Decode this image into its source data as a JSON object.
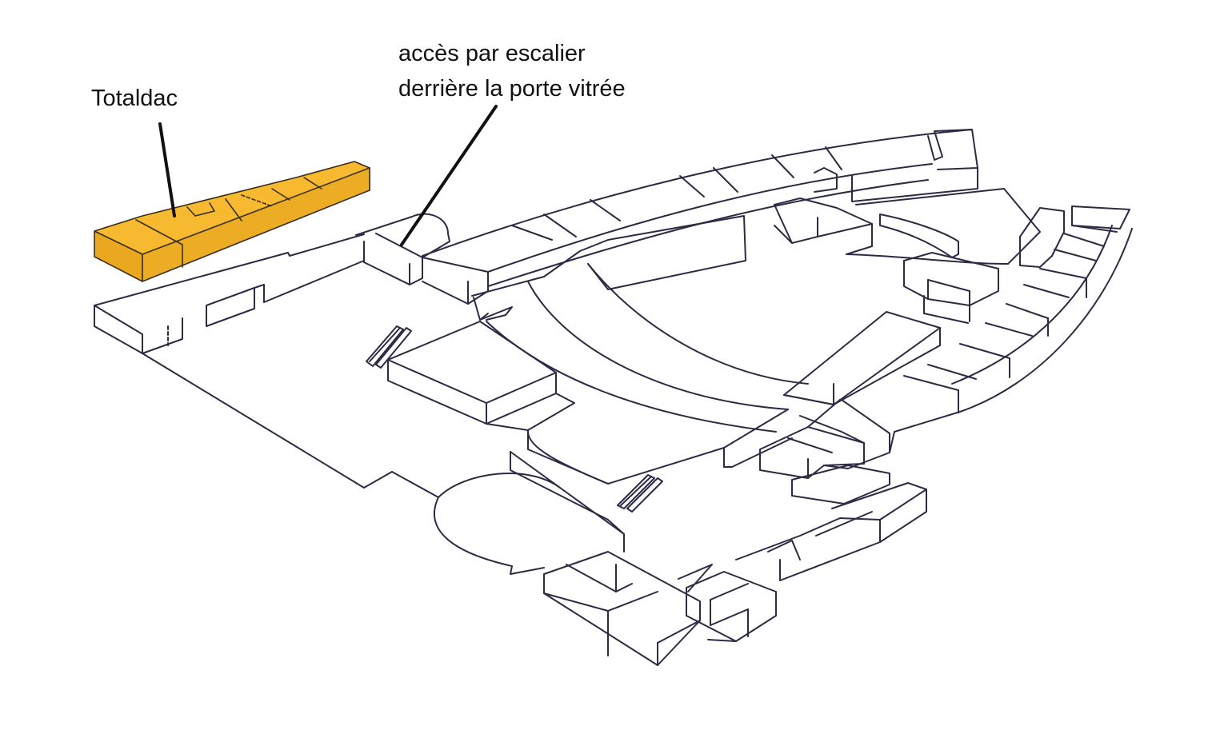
{
  "callouts": {
    "totaldac": "Totaldac",
    "access_line1": "accès par escalier",
    "access_line2": "derrière la porte vitrée"
  },
  "colors": {
    "highlight_fill": "#f6b92f",
    "highlight_stroke": "#3b2f1a",
    "outline": "#2d2a44",
    "background": "#ffffff",
    "leader_line": "#111111"
  },
  "icons": {
    "escalator_left": "escalator-icon",
    "escalator_center": "escalator-icon"
  }
}
